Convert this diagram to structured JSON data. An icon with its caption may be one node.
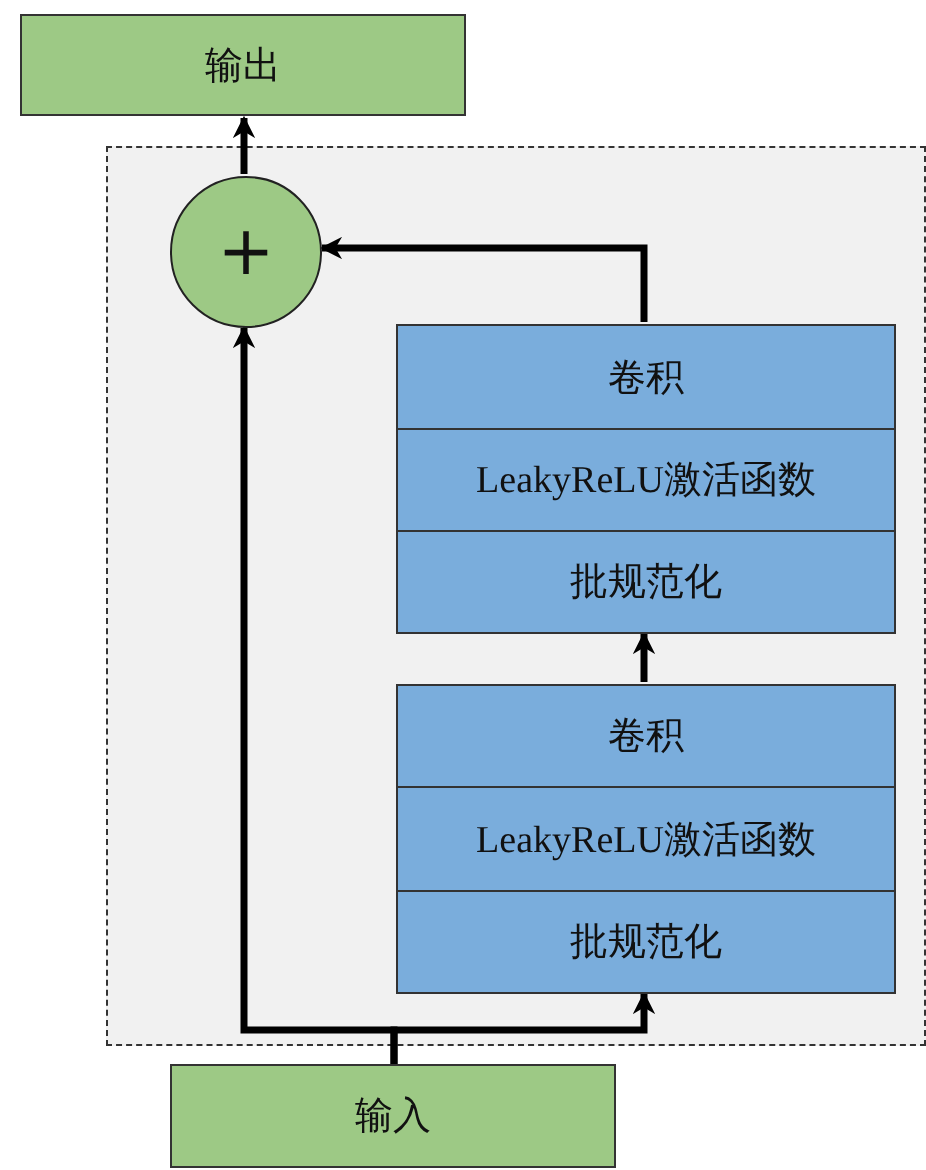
{
  "diagram": {
    "nodes": [
      {
        "text": [
          "输出"
        ]
      },
      {
        "text": [],
        "shape": "box"
      },
      {
        "text": [
          "+"
        ],
        "in": 1
      },
      {
        "text": [
          "卷积"
        ],
        "in": 1
      },
      {
        "text": [
          "LeakyReLU激活函数"
        ],
        "in": 1
      },
      {
        "text": [
          "批规范化"
        ],
        "in": 1
      },
      {
        "text": [
          "卷积"
        ],
        "in": 1
      },
      {
        "text": [
          "LeakyReLU激活函数"
        ],
        "in": 1
      },
      {
        "text": [
          "批规范化"
        ],
        "in": 1
      },
      {
        "text": [
          "输入"
        ]
      }
    ],
    "edges": [
      {
        "from": 2,
        "to": 0,
        "arrow": "to"
      },
      {
        "from": 3,
        "to": 2,
        "arrow": "to"
      },
      {
        "from": 6,
        "to": 5,
        "arrow": "to"
      },
      {
        "from": 9,
        "to": 2,
        "arrow": "to"
      },
      {
        "from": 9,
        "to": 8,
        "arrow": "to"
      }
    ]
  }
}
